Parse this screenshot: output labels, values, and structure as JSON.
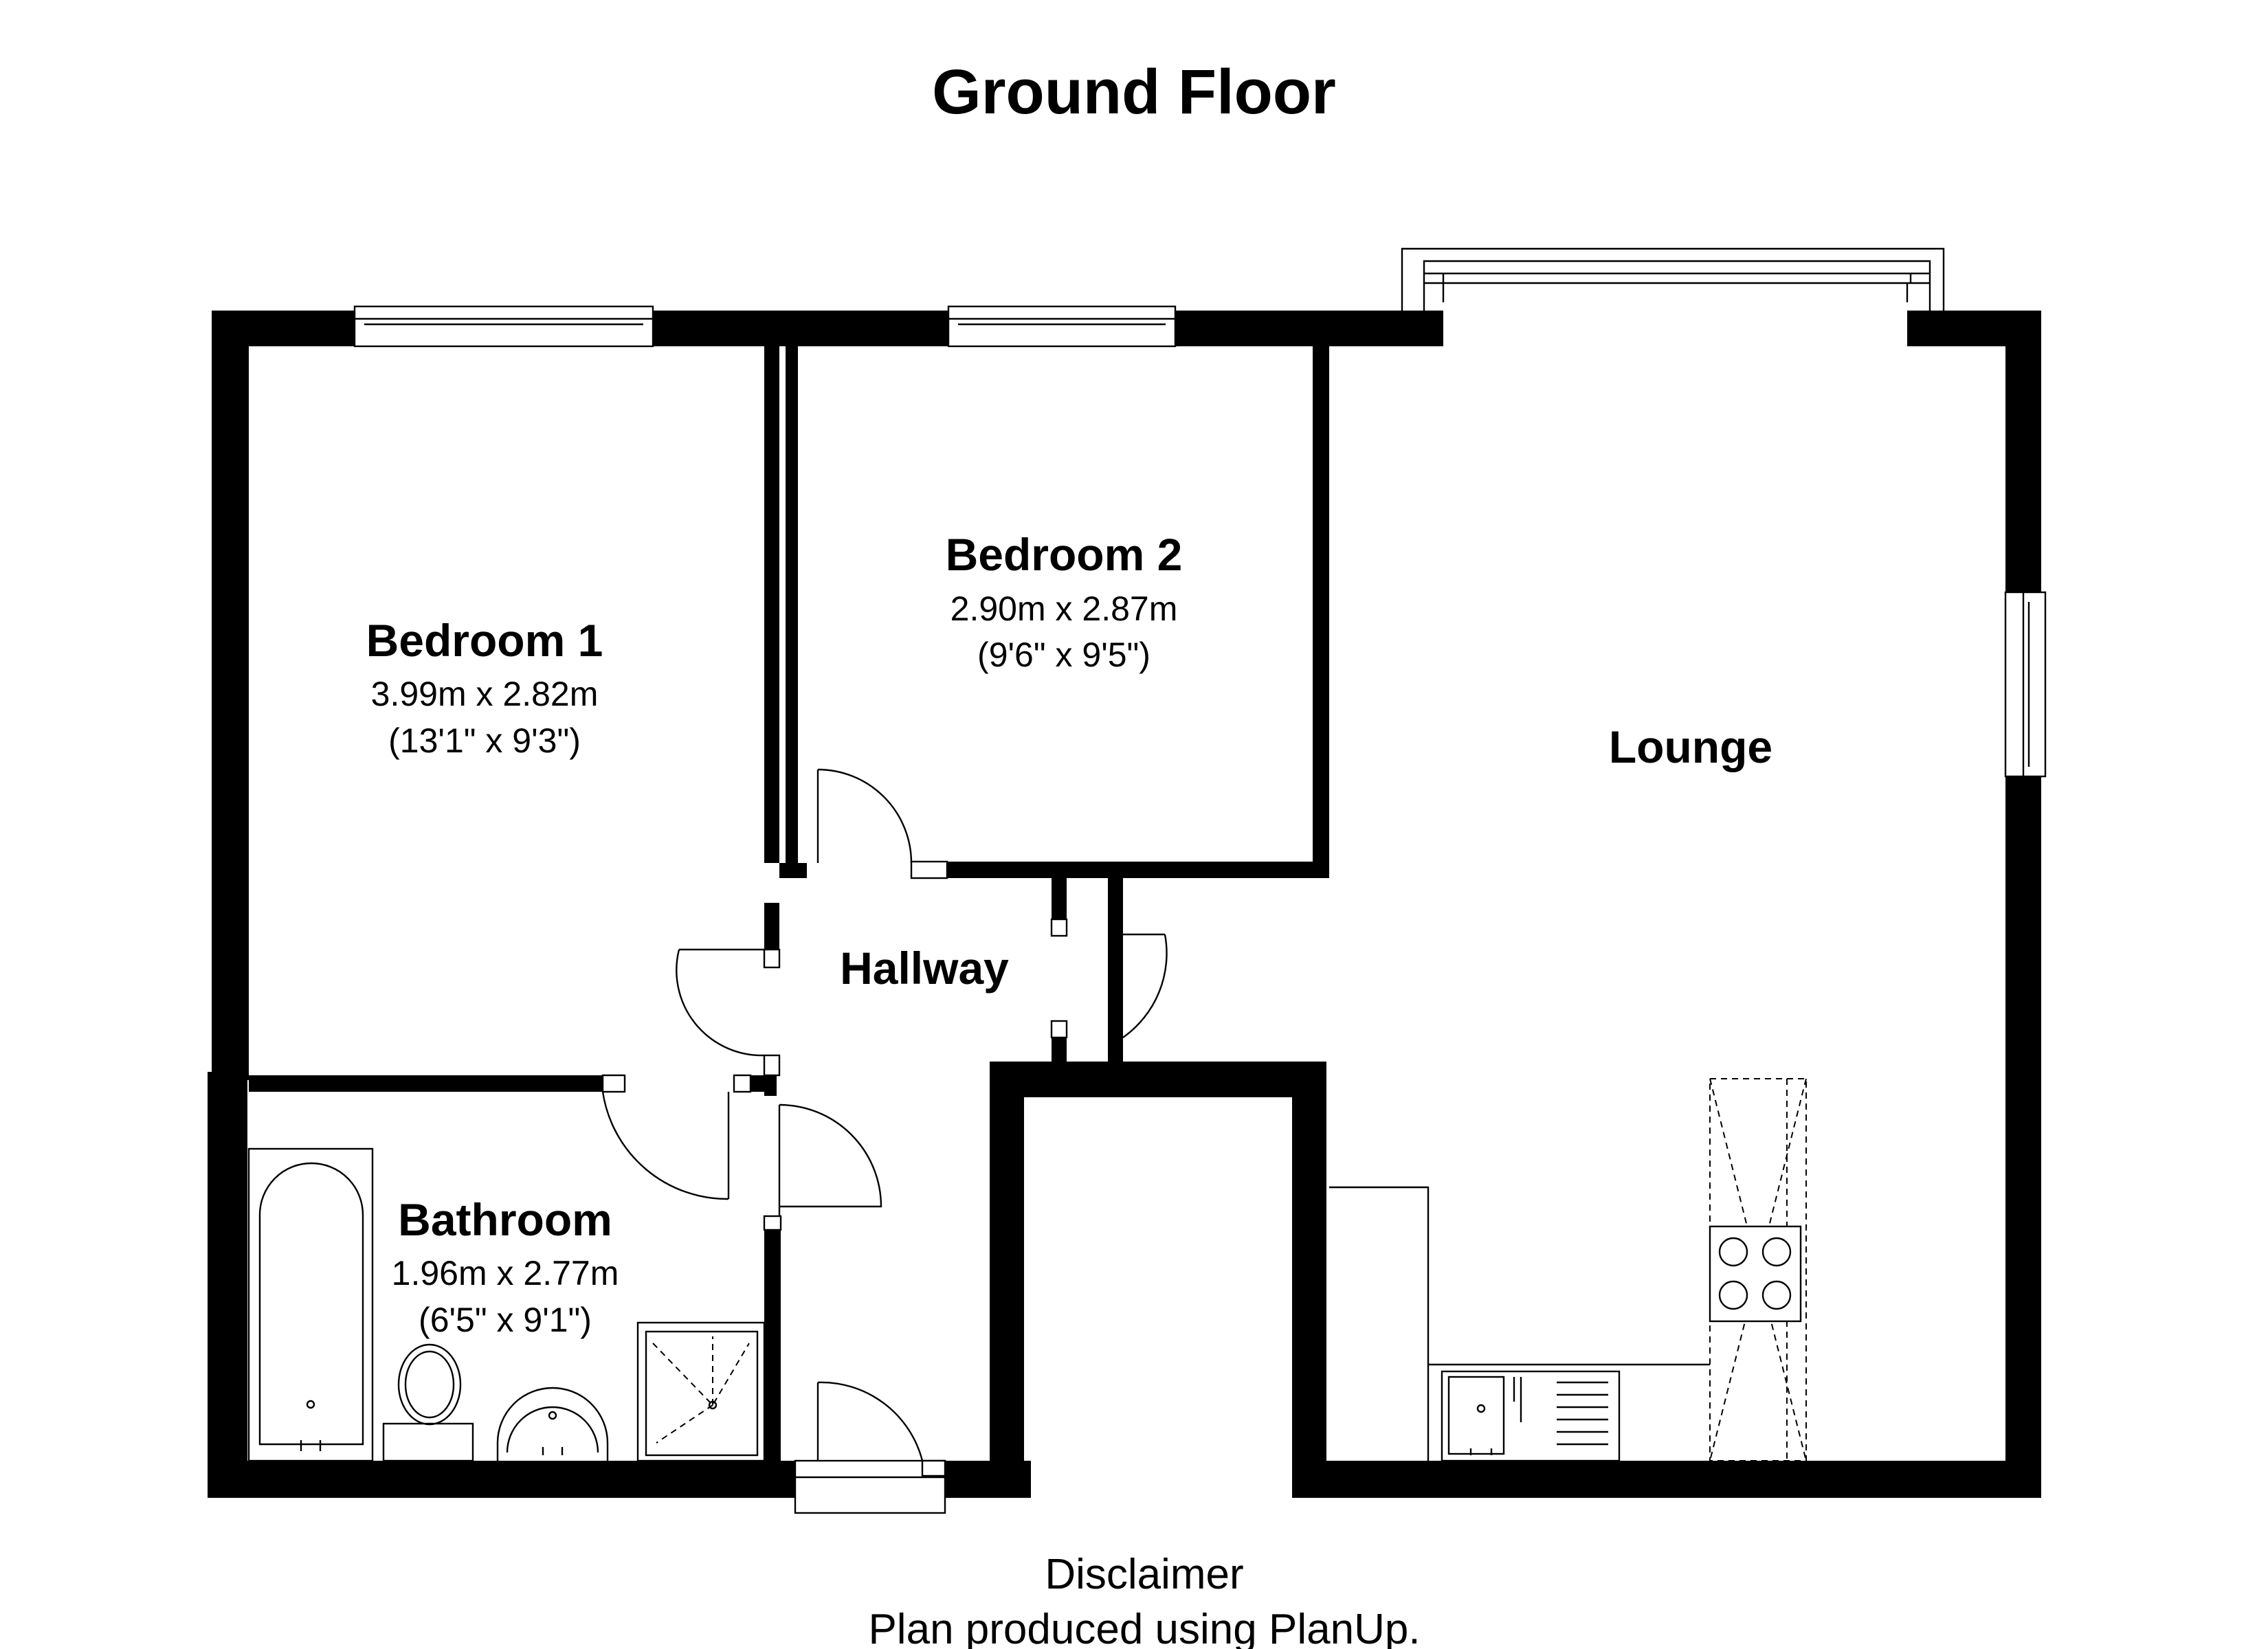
{
  "title": "Ground Floor",
  "rooms": {
    "bedroom1": {
      "name": "Bedroom 1",
      "metric": "3.99m x 2.82m",
      "imperial": "(13'1\" x 9'3\")"
    },
    "bedroom2": {
      "name": "Bedroom 2",
      "metric": "2.90m x 2.87m",
      "imperial": "(9'6\" x 9'5\")"
    },
    "lounge": {
      "name": "Lounge"
    },
    "hallway": {
      "name": "Hallway"
    },
    "bathroom": {
      "name": "Bathroom",
      "metric": "1.96m x 2.77m",
      "imperial": "(6'5\" x 9'1\")"
    }
  },
  "footer": {
    "line1": "Disclaimer",
    "line2": "Plan produced using PlanUp."
  },
  "colors": {
    "wall": "#000000",
    "background": "#ffffff"
  }
}
